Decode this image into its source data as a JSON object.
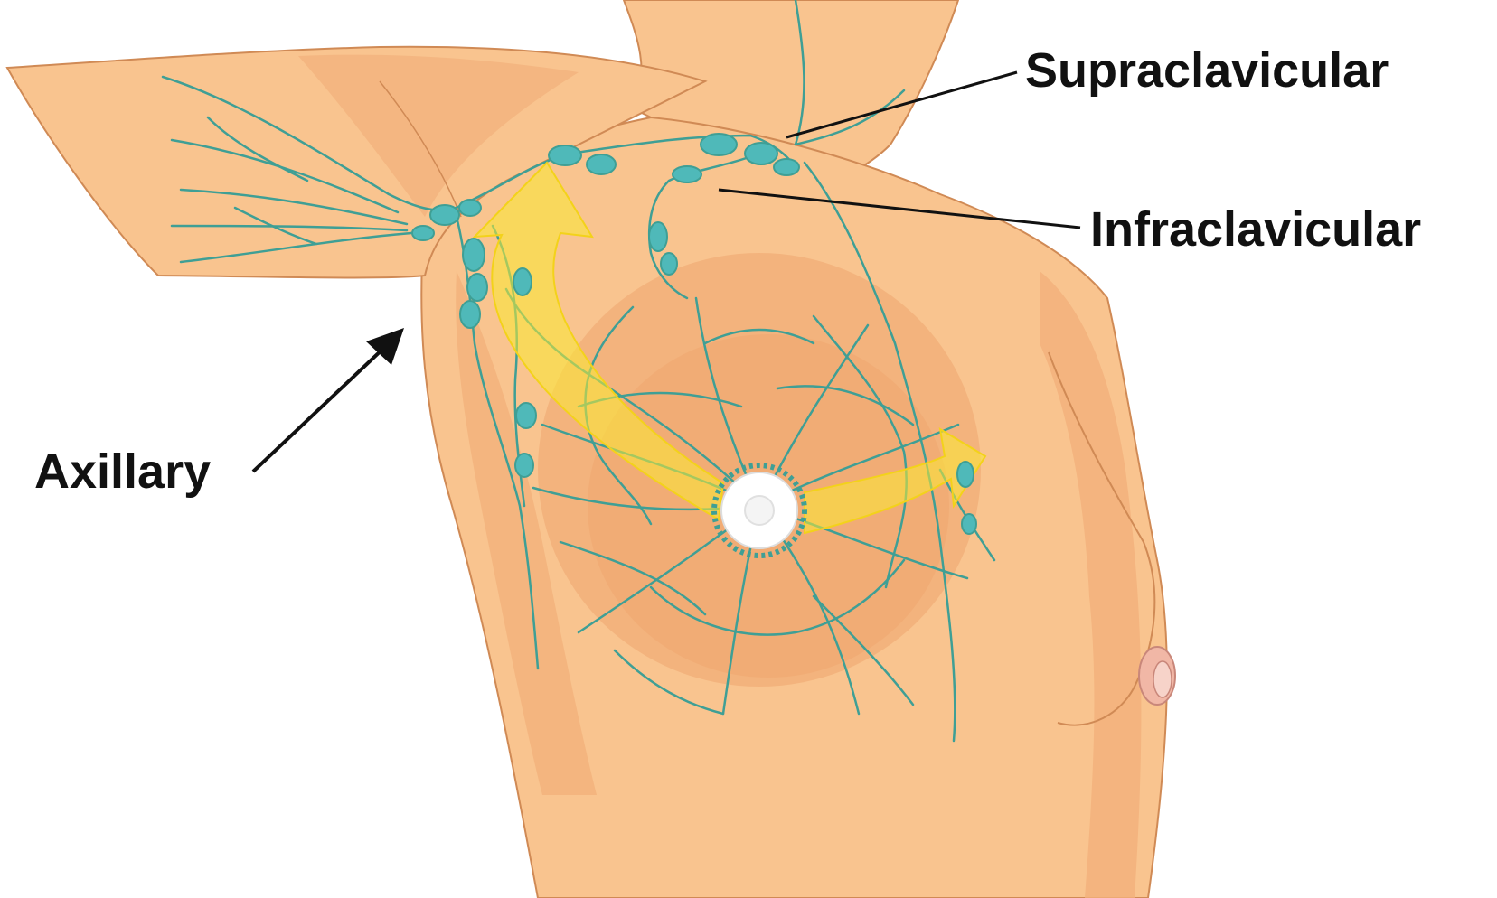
{
  "labels": {
    "supraclavicular": "Supraclavicular",
    "infraclavicular": "Infraclavicular",
    "axillary": "Axillary"
  },
  "colors": {
    "skin": "#f9c48f",
    "skin_shade": "#f2b07a",
    "skin_deep": "#eea066",
    "outline": "#d08a55",
    "lymph_vessel": "#3f9f95",
    "lymph_node": "#4fb9b9",
    "flow_arrow": "#f9ea33",
    "label_text": "#111111",
    "nipple": "#ffffff"
  },
  "icons": {
    "axillary_pointer": "arrow-up-right-icon",
    "flow": "curved-arrow-icon"
  }
}
